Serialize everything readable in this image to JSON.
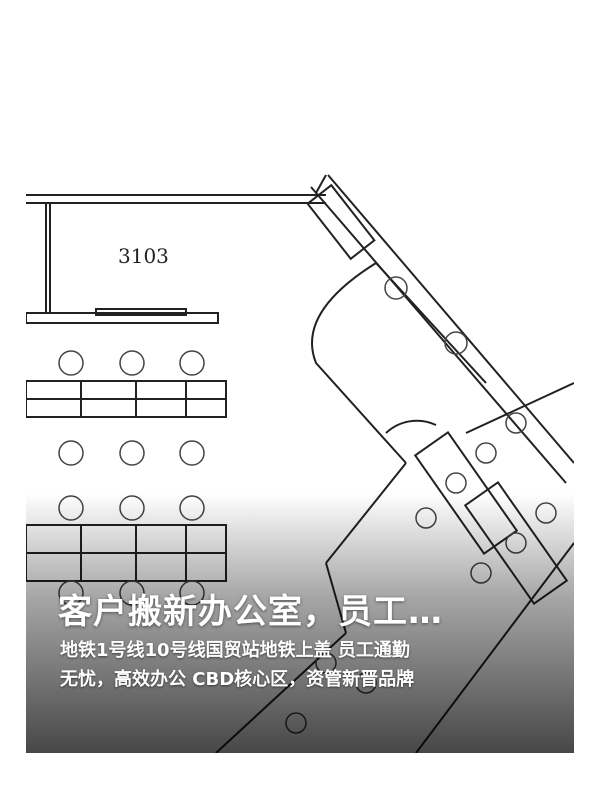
{
  "floorplan": {
    "room_number": "3103"
  },
  "card": {
    "title": "客户搬新办公室，员工…",
    "desc_lines": [
      "地铁1号线10号线国贸站地铁上盖 员工通勤",
      "无忧，高效办公 CBD核心区，资管新晋品牌"
    ]
  }
}
